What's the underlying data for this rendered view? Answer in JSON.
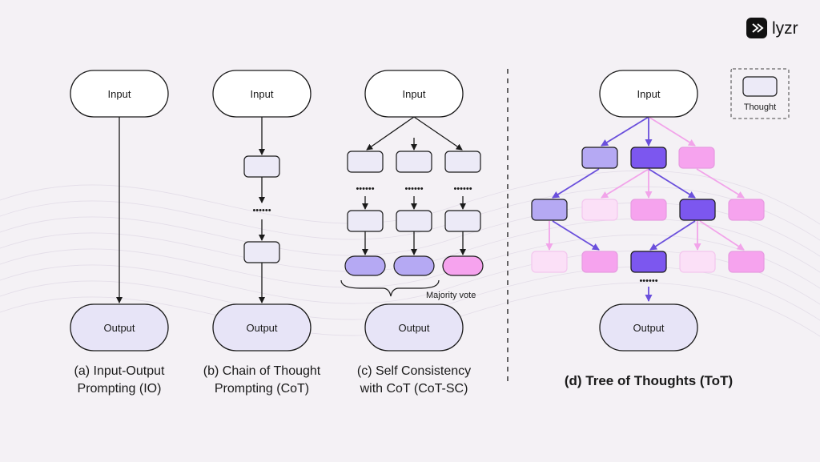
{
  "brand": {
    "name": "lyzr"
  },
  "nodes": {
    "input": "Input",
    "output": "Output"
  },
  "dots": "••••••",
  "legend": {
    "label": "Thought"
  },
  "majority_vote": "Majority vote",
  "captions": {
    "io": [
      "(a) Input-Output",
      "Prompting (IO)"
    ],
    "cot": [
      "(b) Chain of Thought",
      "Prompting (CoT)"
    ],
    "cotsc": [
      "(c) Self Consistency",
      "with CoT (CoT-SC)"
    ],
    "tot": "(d) Tree of Thoughts (ToT)"
  },
  "colors": {
    "background": "#f4f1f5",
    "output_fill": "#e7e4f7",
    "thought_neutral": "#eceaf7",
    "thought_medium": "#b5a9f3",
    "thought_dark": "#7c57ef",
    "thought_pink": "#f6a3ee",
    "thought_pale": "#fbe0f7",
    "edge_dark": "#6a4fdc",
    "edge_pink": "#f2a4ea",
    "stroke": "#1a1a1a"
  }
}
